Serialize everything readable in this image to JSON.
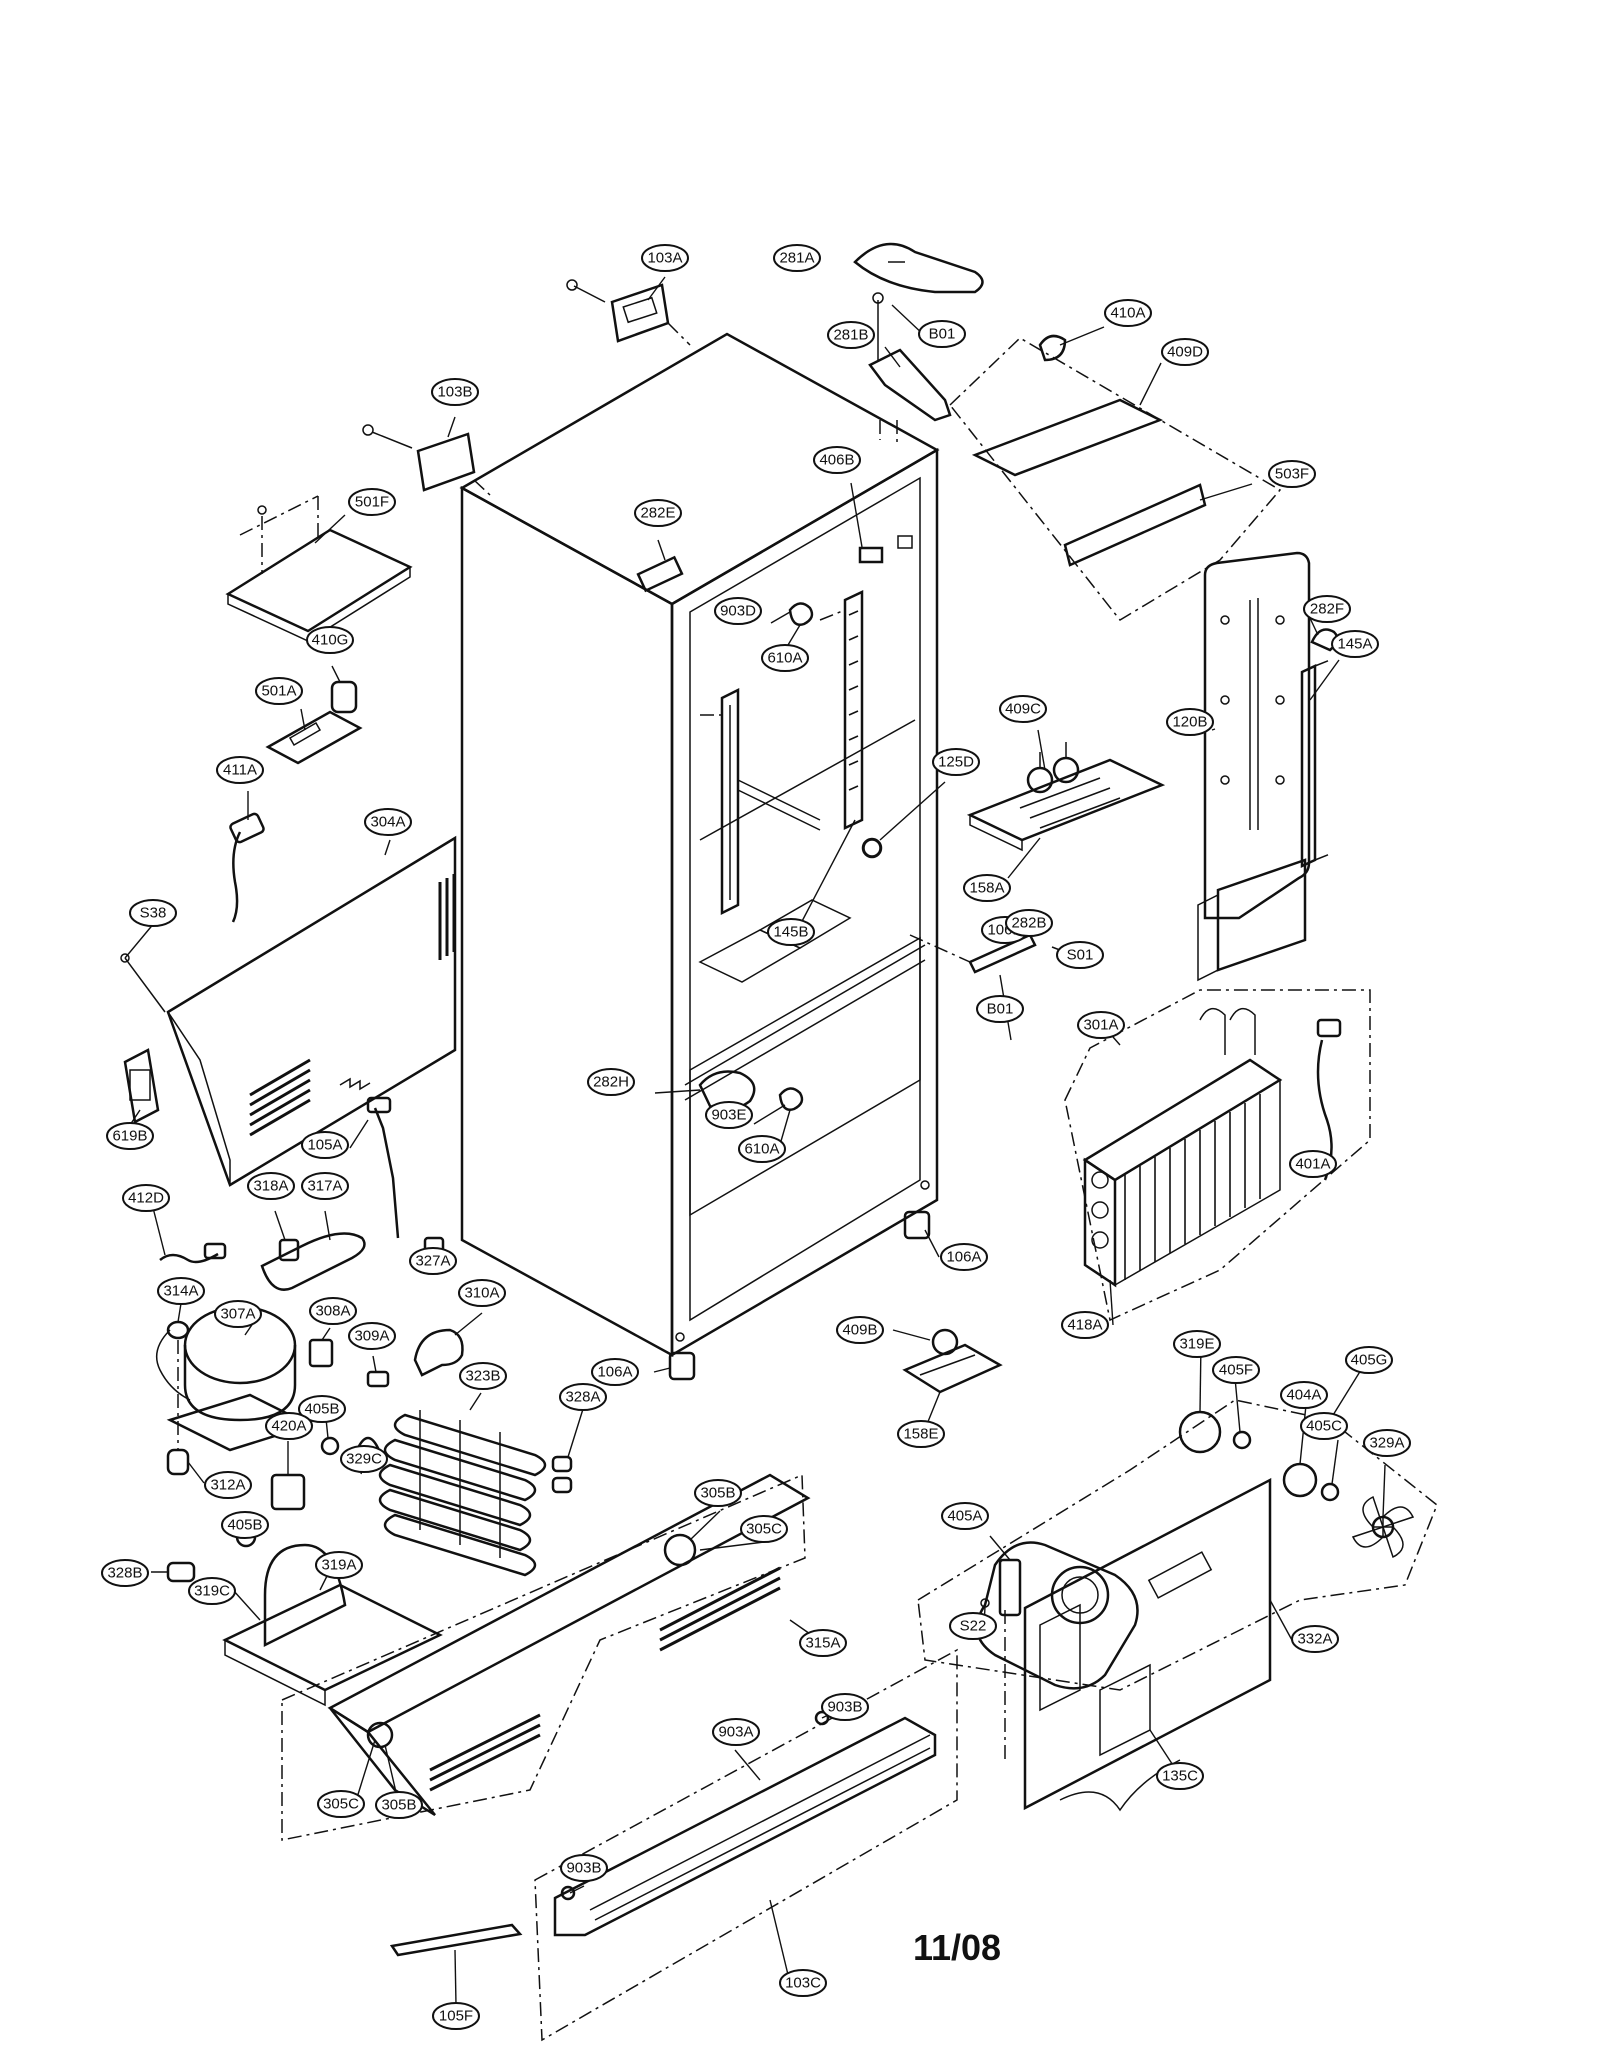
{
  "page_number": "11/08",
  "callouts": [
    {
      "id": "103A",
      "label": "103A"
    },
    {
      "id": "281A",
      "label": "281A"
    },
    {
      "id": "B01-top",
      "label": "B01"
    },
    {
      "id": "410A",
      "label": "410A"
    },
    {
      "id": "281B",
      "label": "281B"
    },
    {
      "id": "409D",
      "label": "409D"
    },
    {
      "id": "103B",
      "label": "103B"
    },
    {
      "id": "406B",
      "label": "406B"
    },
    {
      "id": "503F",
      "label": "503F"
    },
    {
      "id": "501F",
      "label": "501F"
    },
    {
      "id": "282E",
      "label": "282E"
    },
    {
      "id": "903D",
      "label": "903D"
    },
    {
      "id": "610A-upper",
      "label": "610A"
    },
    {
      "id": "410G",
      "label": "410G"
    },
    {
      "id": "282F",
      "label": "282F"
    },
    {
      "id": "145A",
      "label": "145A"
    },
    {
      "id": "501A",
      "label": "501A"
    },
    {
      "id": "409C",
      "label": "409C"
    },
    {
      "id": "120B",
      "label": "120B"
    },
    {
      "id": "125D",
      "label": "125D"
    },
    {
      "id": "411A",
      "label": "411A"
    },
    {
      "id": "304A",
      "label": "304A"
    },
    {
      "id": "158A",
      "label": "158A"
    },
    {
      "id": "145B",
      "label": "145B"
    },
    {
      "id": "S38",
      "label": "S38"
    },
    {
      "id": "106B",
      "label": "106B"
    },
    {
      "id": "282B",
      "label": "282B"
    },
    {
      "id": "S01",
      "label": "S01"
    },
    {
      "id": "301A",
      "label": "301A"
    },
    {
      "id": "B01-mid",
      "label": "B01"
    },
    {
      "id": "282H",
      "label": "282H"
    },
    {
      "id": "903E",
      "label": "903E"
    },
    {
      "id": "610A-lower",
      "label": "610A"
    },
    {
      "id": "619B",
      "label": "619B"
    },
    {
      "id": "105A",
      "label": "105A"
    },
    {
      "id": "401A",
      "label": "401A"
    },
    {
      "id": "412D",
      "label": "412D"
    },
    {
      "id": "318A",
      "label": "318A"
    },
    {
      "id": "317A",
      "label": "317A"
    },
    {
      "id": "106A-right",
      "label": "106A"
    },
    {
      "id": "327A",
      "label": "327A"
    },
    {
      "id": "307A",
      "label": "307A"
    },
    {
      "id": "314A",
      "label": "314A"
    },
    {
      "id": "310A",
      "label": "310A"
    },
    {
      "id": "308A",
      "label": "308A"
    },
    {
      "id": "409B",
      "label": "409B"
    },
    {
      "id": "418A",
      "label": "418A"
    },
    {
      "id": "309A",
      "label": "309A"
    },
    {
      "id": "106A-left",
      "label": "106A"
    },
    {
      "id": "323B",
      "label": "323B"
    },
    {
      "id": "319E",
      "label": "319E"
    },
    {
      "id": "405G",
      "label": "405G"
    },
    {
      "id": "405F",
      "label": "405F"
    },
    {
      "id": "405B-upper",
      "label": "405B"
    },
    {
      "id": "328A",
      "label": "328A"
    },
    {
      "id": "158E",
      "label": "158E"
    },
    {
      "id": "404A",
      "label": "404A"
    },
    {
      "id": "420A",
      "label": "420A"
    },
    {
      "id": "405C-right",
      "label": "405C"
    },
    {
      "id": "329C",
      "label": "329C"
    },
    {
      "id": "312A",
      "label": "312A"
    },
    {
      "id": "329A",
      "label": "329A"
    },
    {
      "id": "305B-upper",
      "label": "305B"
    },
    {
      "id": "405A",
      "label": "405A"
    },
    {
      "id": "405B-lower",
      "label": "405B"
    },
    {
      "id": "319A",
      "label": "319A"
    },
    {
      "id": "305C-upper",
      "label": "305C"
    },
    {
      "id": "328B",
      "label": "328B"
    },
    {
      "id": "319C",
      "label": "319C"
    },
    {
      "id": "315A",
      "label": "315A"
    },
    {
      "id": "S22",
      "label": "S22"
    },
    {
      "id": "332A",
      "label": "332A"
    },
    {
      "id": "903B-right",
      "label": "903B"
    },
    {
      "id": "903A",
      "label": "903A"
    },
    {
      "id": "135C",
      "label": "135C"
    },
    {
      "id": "305C-lower",
      "label": "305C"
    },
    {
      "id": "305B-lower",
      "label": "305B"
    },
    {
      "id": "903B-left",
      "label": "903B"
    },
    {
      "id": "103C",
      "label": "103C"
    },
    {
      "id": "105F",
      "label": "105F"
    }
  ]
}
